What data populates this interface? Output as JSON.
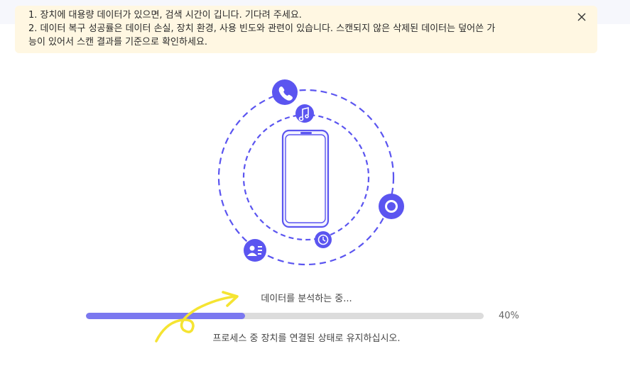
{
  "notice": {
    "line1": "1. 장치에 대용량 데이터가 있으면, 검색 시간이 깁니다. 기다려 주세요.",
    "line2": "2. 데이터 복구 성공률은 데이터 손실, 장치 환경, 사용 빈도와 관련이 있습니다. 스캔되지 않은 삭제된 데이터는 덮어쓴 가",
    "line3": "능이 있어서 스캔 결과를 기준으로 확인하세요.",
    "close_icon": "close-icon"
  },
  "scan": {
    "status": "데이터를 분석하는 중...",
    "progress": 0.4,
    "progress_label": "40%",
    "hint": "프로세스 중 장치를 연결된 상태로 유지하십시오."
  },
  "icons": [
    "phone-call-icon",
    "music-note-icon",
    "chat-bubble-icon",
    "contacts-icon",
    "clock-icon"
  ],
  "colors": {
    "accent": "#5b55f0",
    "progress_fill": "#7b78f0",
    "notice_bg": "#fff7e2",
    "annotation": "#f5e432"
  }
}
